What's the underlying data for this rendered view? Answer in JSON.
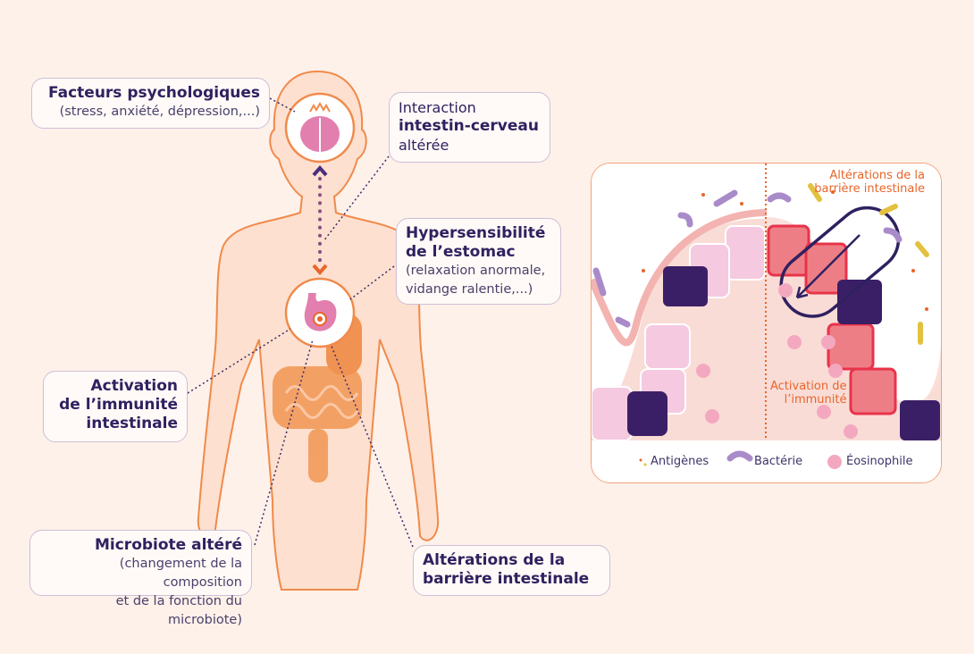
{
  "labels": {
    "psych": {
      "title": "Facteurs psychologiques",
      "detail": "(stress, anxiété, dépression,...)"
    },
    "interaction": {
      "line1": "Interaction",
      "line2": "intestin-cerveau",
      "line3": "altérée"
    },
    "stomach": {
      "line1": "Hypersensibilité",
      "line2": "de l’estomac",
      "detail1": "(relaxation anormale,",
      "detail2": "vidange ralentie,...)"
    },
    "immunity": {
      "line1": "Activation",
      "line2": "de l’immunité",
      "line3": "intestinale"
    },
    "microbiota": {
      "title": "Microbiote altéré",
      "detail1": "(changement de la composition",
      "detail2": "et de la fonction du microbiote)"
    },
    "barrier": {
      "line1": "Altérations de la",
      "line2": "barrière intestinale"
    }
  },
  "panel": {
    "barrier_label1": "Altérations de la",
    "barrier_label2": "barrière intestinale",
    "immunity_label1": "Activation de",
    "immunity_label2": "l’immunité",
    "legend": {
      "antigens": "Antigènes",
      "bacteria": "Bactérie",
      "eosinophil": "Éosinophile"
    }
  },
  "colors": {
    "text": "#2f2160",
    "accent": "#e8652a",
    "body_stroke": "#f08a4b",
    "body_fill": "#fde0cf"
  }
}
